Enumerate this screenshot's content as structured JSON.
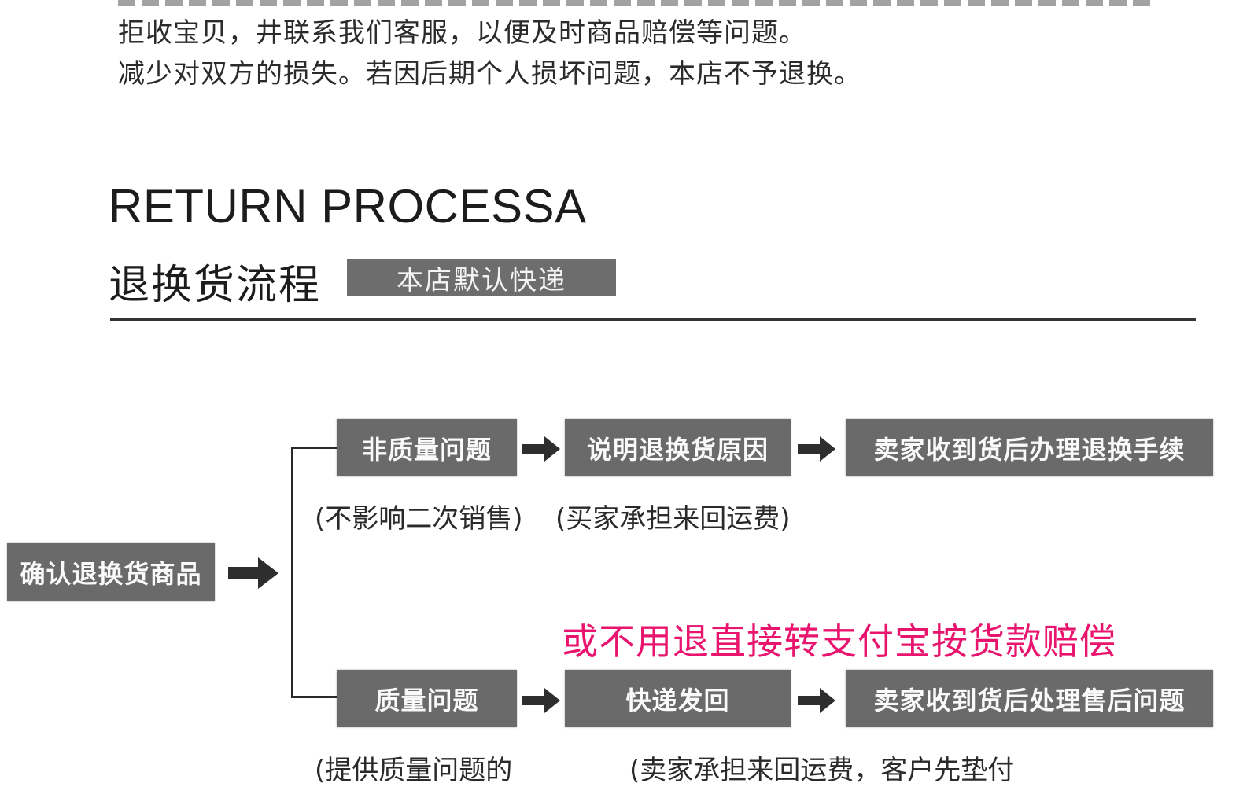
{
  "notice": {
    "lines": [
      "拒收宝贝，井联系我们客服，以便及时商品赔偿等问题。",
      "减少对双方的损失。若因后期个人损坏问题，本店不予退换。"
    ]
  },
  "header": {
    "title_en": "RETURN PROCESSA",
    "title_zh": "退换货流程",
    "badge": "本店默认快递"
  },
  "flow": {
    "start": "确认退换货商品",
    "non_quality_branch": {
      "step1": "非质量问题",
      "step1_note": "(不影响二次销售)",
      "step2": "说明退换货原因",
      "step2_note": "(买家承担来回运费)",
      "step3": "卖家收到货后办理退换手续"
    },
    "promo_text": "或不用退直接转支付宝按货款赔偿",
    "quality_branch": {
      "step1": "质量问题",
      "step1_note": "(提供质量问题的",
      "step2": "快递发回",
      "step2_note": "(卖家承担来回运费，客户先垫付",
      "step3": "卖家收到货后处理售后问题"
    }
  },
  "colors": {
    "box_fill": "#6a6a6a",
    "promo": "#e8146e",
    "divider": "#333333"
  }
}
